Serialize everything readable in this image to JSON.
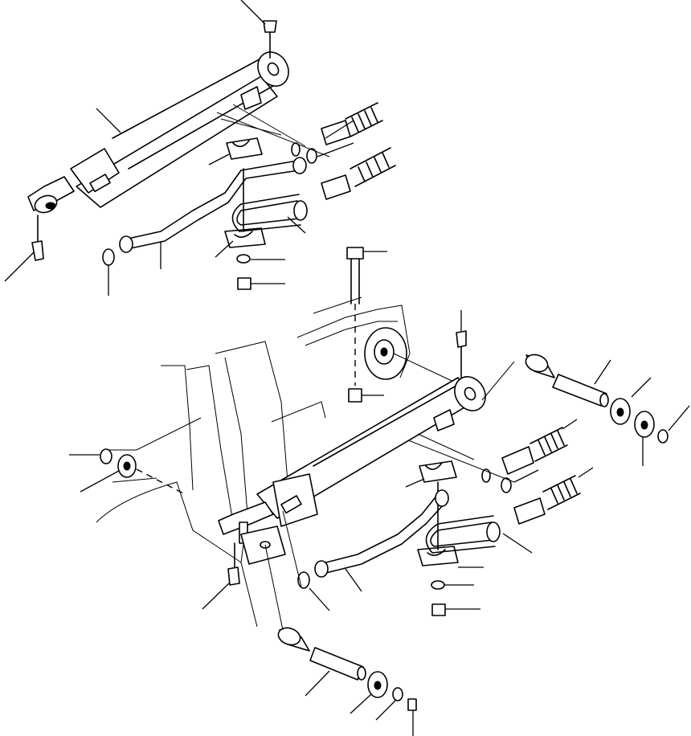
{
  "diagram": {
    "kind": "exploded-parts-view",
    "printed_text": [],
    "line_color": "#000000",
    "background": "#ffffff",
    "assemblies": [
      {
        "id": "upper-cylinder-assembly",
        "parts": [
          "hydraulic-cylinder",
          "grease-fitting",
          "hose-clamp",
          "hydraulic-tube",
          "hose",
          "o-ring",
          "hose-fitting",
          "washer",
          "bolt"
        ]
      },
      {
        "id": "lower-cylinder-assembly",
        "parts": [
          "hydraulic-cylinder",
          "grease-fitting",
          "pivot-pin",
          "bushing",
          "thrust-washer",
          "snap-ring",
          "mounting-bolt",
          "nut",
          "hose-clamp",
          "hydraulic-tube",
          "hose",
          "hose-fitting",
          "o-ring",
          "loader-frame"
        ]
      }
    ]
  }
}
